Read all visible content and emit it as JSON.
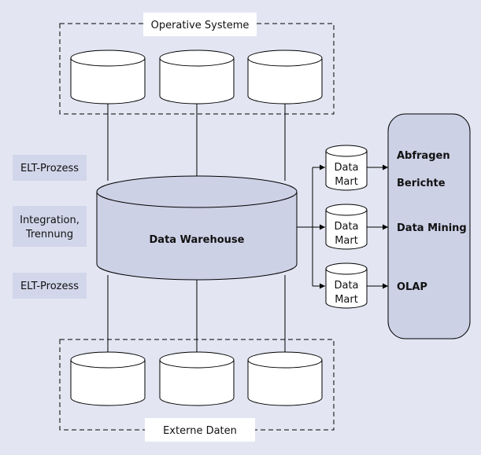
{
  "colors": {
    "background": "#e3e6f2",
    "panel": "#d2d6ea",
    "stroke": "#000000",
    "cylinder_fill": "#ffffff",
    "warehouse_fill": "#cdd1e6"
  },
  "top_group": {
    "label": "Operative Systeme"
  },
  "bottom_group": {
    "label": "Externe Daten"
  },
  "side_labels": {
    "upper": "ELT-Prozess",
    "middle_line1": "Integration,",
    "middle_line2": "Trennung",
    "lower": "ELT-Prozess"
  },
  "warehouse": {
    "label": "Data Warehouse"
  },
  "data_marts": [
    {
      "line1": "Data",
      "line2": "Mart"
    },
    {
      "line1": "Data",
      "line2": "Mart"
    },
    {
      "line1": "Data",
      "line2": "Mart"
    }
  ],
  "outputs": {
    "item1": "Abfragen",
    "item2": "Berichte",
    "item3": "Data Mining",
    "item4": "OLAP"
  }
}
